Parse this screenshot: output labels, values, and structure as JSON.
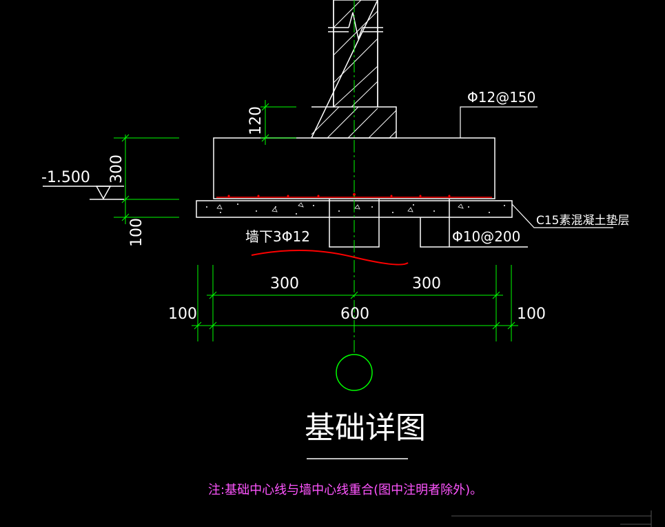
{
  "drawing": {
    "title": "基础详图",
    "note": "注:基础中心线与墙中心线重合(图中注明者除外)。",
    "elevation": "-1.500",
    "labels": {
      "top_rebar": "Φ12@150",
      "bottom_rebar": "Φ10@200",
      "wall_rebar": "墙下3Φ12",
      "pad_layer": "C15素混凝土垫层"
    },
    "dimensions": {
      "d120": "120",
      "d300_vertical": "300",
      "d100_vertical": "100",
      "d300_left": "300",
      "d300_right": "300",
      "d600": "600",
      "d100_left": "100",
      "d100_right": "100"
    }
  },
  "colors": {
    "background": "#000000",
    "outline": "#ffffff",
    "dimension": "#00ff00",
    "rebar": "#ff0000",
    "note": "#ff55ff",
    "grid": "#555555"
  },
  "icons": {
    "axis_marker": "circle-axis-icon",
    "elevation_marker": "elevation-triangle-icon",
    "break_marker": "break-line-icon"
  }
}
